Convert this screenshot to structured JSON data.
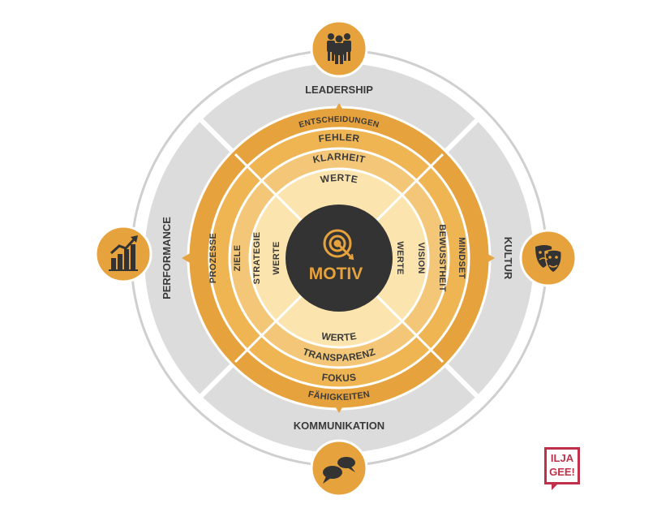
{
  "center": {
    "label": "MOTIV"
  },
  "outer_labels": {
    "top": "LEADERSHIP",
    "right": "KULTUR",
    "bottom": "KOMMUNIKATION",
    "left": "PERFORMANCE"
  },
  "icons": {
    "top": "business-people-icon",
    "right": "theater-masks-icon",
    "bottom": "speech-bubbles-icon",
    "left": "growth-chart-icon",
    "center": "target-icon"
  },
  "top_rings": [
    "ENTSCHEIDUNGEN",
    "FEHLER",
    "KLARHEIT",
    "WERTE"
  ],
  "bottom_rings": [
    "FÄHIGKEITEN",
    "FOKUS",
    "TRANSPARENZ",
    "WERTE"
  ],
  "left_rings": [
    "PROZESSE",
    "ZIELE",
    "STRATEGIE",
    "WERTE"
  ],
  "right_rings": [
    "MINDSET",
    "BEWUSSTHEIT",
    "VISION",
    "WERTE"
  ],
  "logo": {
    "line1": "ILJA",
    "line2": "GEE!"
  },
  "colors": {
    "accent": "#e6a23c",
    "accent_light": "#f3c777",
    "accent_pale": "#fbe4ad",
    "outer_disc": "#dcdcdc",
    "center_disc": "#333333",
    "text": "#3a3a3a",
    "logo": "#c0304a"
  }
}
